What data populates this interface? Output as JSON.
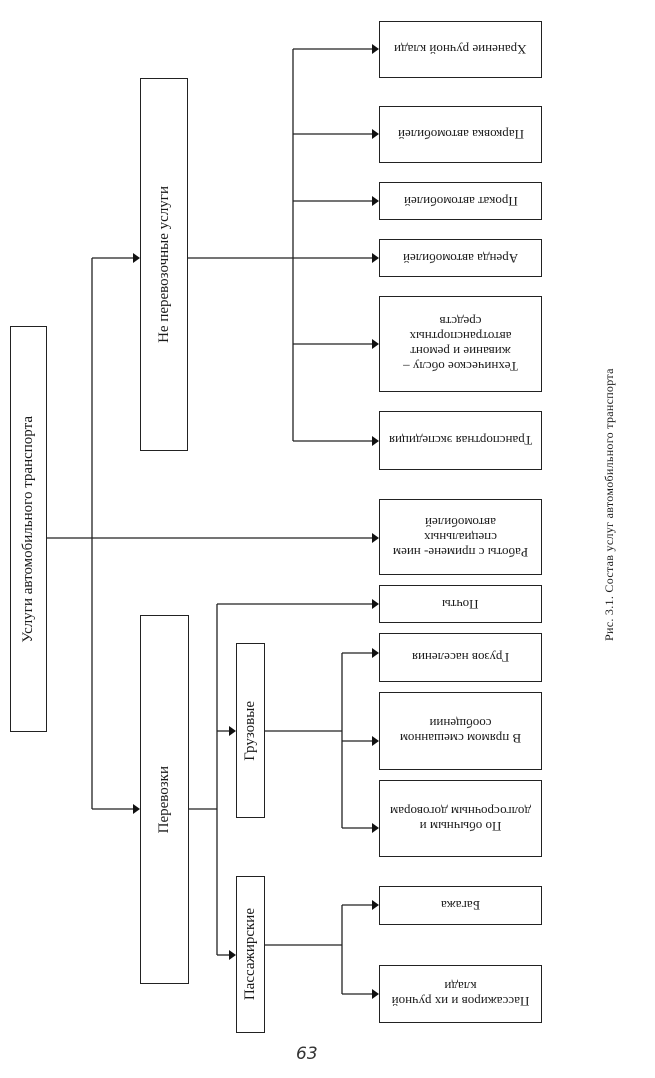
{
  "diagram": {
    "root": "Услуги автомобильного транспорта",
    "non_transport": {
      "label": "Не перевозочные  услуги",
      "items": [
        "Хранение ручной клади",
        "Парковка автомобилей",
        "Прокат автомобилей",
        "Аренда автомобилей",
        "Техническое обслу – живание  и ремонт автотранспортных средств",
        "Транспортная экспедиция"
      ]
    },
    "special_vehicles": "Работы с примене- нием специальных автомобилей",
    "transport": {
      "label": "Перевозки",
      "mail": "Почты",
      "cargo": {
        "label": "Грузовые",
        "items": [
          "Грузов населения",
          "В прямом смешанном сообщении",
          "По обычным и долгосрочным договорам"
        ]
      },
      "passenger": {
        "label": "Пассажирские",
        "items": [
          "Багажа",
          "Пассажиров и их ручной клади"
        ]
      }
    }
  },
  "caption": "Рис. 3.1.  Состав  услуг  автомобильного  транспорта",
  "page_number": "63"
}
